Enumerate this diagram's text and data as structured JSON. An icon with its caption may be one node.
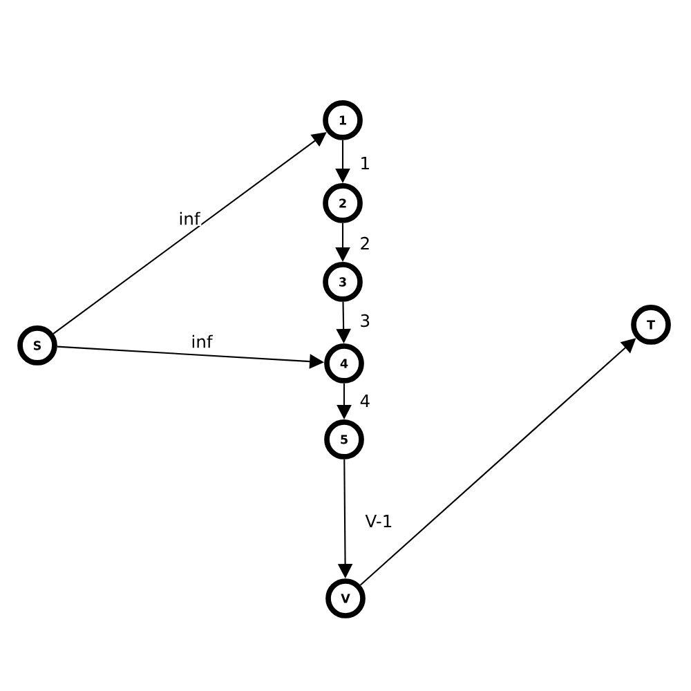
{
  "diagram": {
    "nodes": [
      {
        "text": [
          "S"
        ]
      },
      {
        "text": [
          "1"
        ]
      },
      {
        "text": [
          "2"
        ]
      },
      {
        "text": [
          "3"
        ]
      },
      {
        "text": [
          "4"
        ]
      },
      {
        "text": [
          "5"
        ]
      },
      {
        "text": [
          "V"
        ]
      },
      {
        "text": [
          "T"
        ]
      }
    ],
    "edges": [
      {
        "from": 0,
        "to": 1,
        "arrow": "to",
        "label": "inf"
      },
      {
        "from": 0,
        "to": 4,
        "arrow": "to",
        "label": "inf"
      },
      {
        "from": 1,
        "to": 2,
        "arrow": "to",
        "label": "1"
      },
      {
        "from": 2,
        "to": 3,
        "arrow": "to",
        "label": "2"
      },
      {
        "from": 3,
        "to": 4,
        "arrow": "to",
        "label": "3"
      },
      {
        "from": 4,
        "to": 5,
        "arrow": "to",
        "label": "4"
      },
      {
        "from": 5,
        "to": 6,
        "arrow": "to",
        "label": "V-1"
      },
      {
        "from": 6,
        "to": 7,
        "arrow": "to"
      }
    ]
  }
}
